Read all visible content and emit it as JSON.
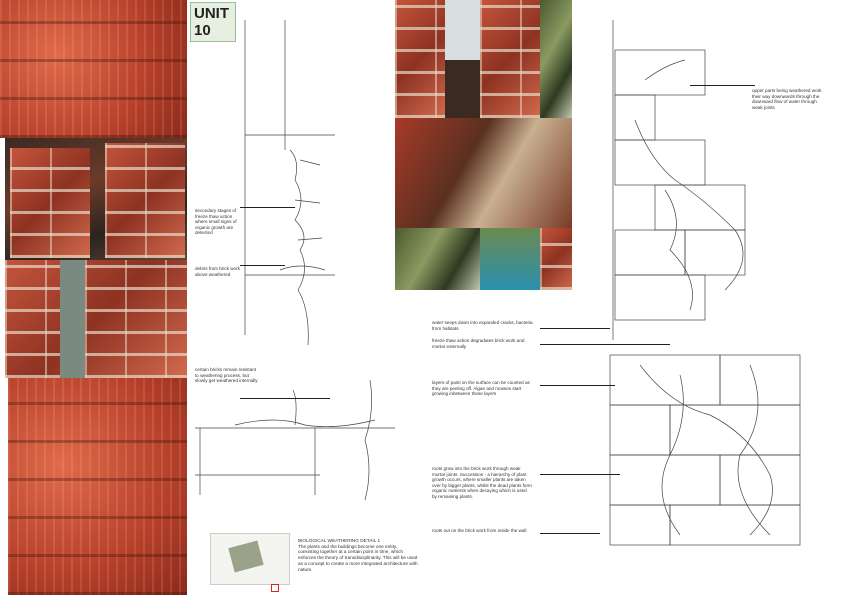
{
  "logo": {
    "text": "UNIT 10"
  },
  "annotations": {
    "secondary_stages": "secondary stages of freeze thaw action where small signs of organic growth are detected",
    "debris": "debris from brick work above weathered",
    "certain_bricks": "certain bricks remain resistant to weathering process, but slowly get weathered internally",
    "upper_parts": "upper parts being weathered work their way downwards through the downward flow of water through weak joints",
    "water_seeps": "water seeps down into expanded cracks, bacteria from habitats",
    "freeze_thaw": "freeze thaw action degradates brick work and mortar externally",
    "layers_paint": "layers of paint on the surface can be counted as they are peeling off. Algae and mosses start growing inbetween these layers",
    "roots_grow": "roots grow into the brick work through weak mortar joints. Succession - a hierarchy of plant growth occurs, where smaller plants are taken over by bigger plants, whilst the dead plants form organic nutrients when decaying which is used by remaining plants.",
    "roots_out": "roots out on the brick work from inside the wall"
  },
  "caption": {
    "title": "BIOLOGICAL WEATHERING DETAIL 1",
    "body": "The plants and the buildings become one entity, coexisting together at a certain point in time, which enforces the theory of transdisciplinarity. This will be used as a concept to create a more integrated architecture with nature."
  }
}
